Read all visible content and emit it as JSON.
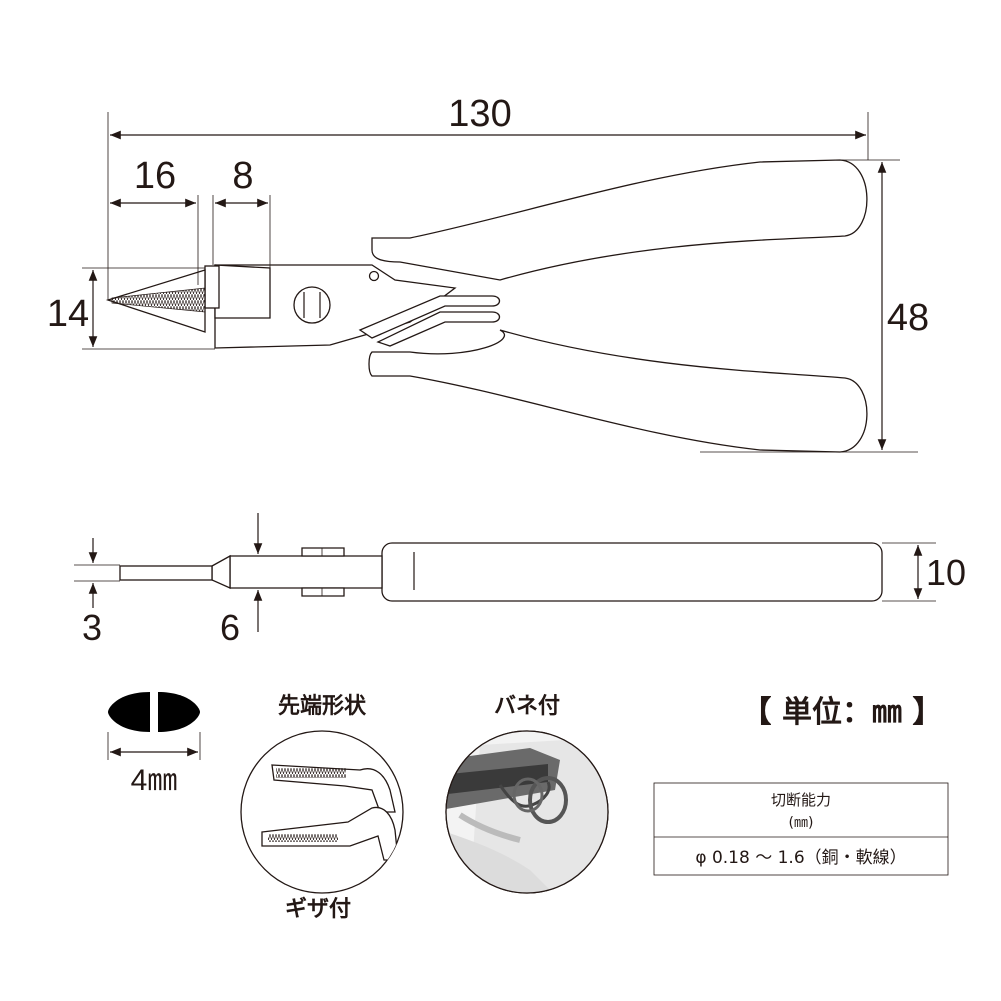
{
  "dimensions": {
    "overall_length": "130",
    "tip_length": "16",
    "neck_length": "8",
    "tip_height": "14",
    "handle_span": "48",
    "tip_thickness": "3",
    "joint_thickness": "6",
    "handle_thickness": "10",
    "tip_width": "4㎜"
  },
  "labels": {
    "tip_shape": "先端形状",
    "serrated": "ギザ付",
    "spring": "バネ付",
    "unit": "【 単位：㎜ 】"
  },
  "capacity_table": {
    "header_line1": "切断能力",
    "header_line2": "(㎜)",
    "value": "φ 0.18 ～ 1.6（銅・軟線）"
  },
  "colors": {
    "line": "#231815",
    "fill": "#ffffff",
    "photo_dark": "#3a3a3a",
    "photo_light": "#d9d9d9"
  }
}
